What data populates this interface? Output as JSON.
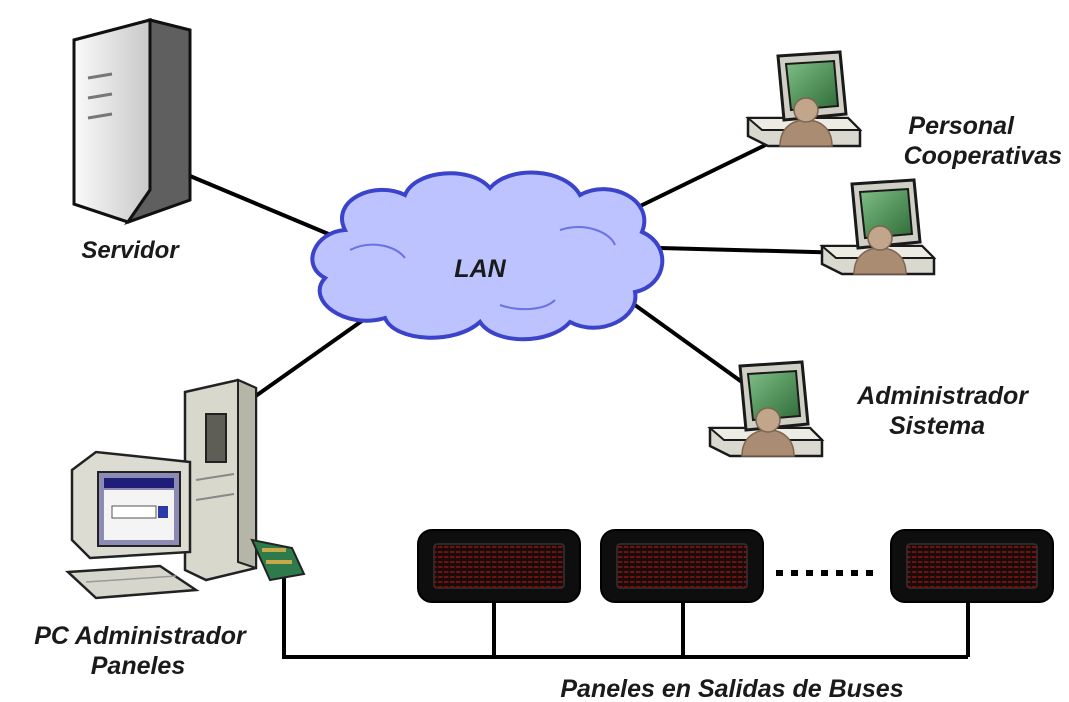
{
  "diagram": {
    "cloud_label": "LAN",
    "labels": {
      "servidor": "Servidor",
      "personal_line1": "Personal",
      "personal_line2": "Cooperativas",
      "admin_sistema_line1": "Administrador",
      "admin_sistema_line2": "Sistema",
      "pc_admin_line1": "PC Administrador",
      "pc_admin_line2": "Paneles",
      "paneles_bus": "Paneles en Salidas de Buses"
    },
    "colors": {
      "cloud_fill": "#bcc3ff",
      "cloud_stroke": "#3a43c9",
      "line": "#000000",
      "led_panel": "#0e0e0e",
      "led_dots": "#6a1414",
      "screen": "#4f8f55",
      "monitor_body": "#dcdcd3",
      "person": "#b59a80"
    },
    "icons": {
      "server": "server-tower-icon",
      "workstation": "user-workstation-icon",
      "pc_admin": "desktop-pc-icon",
      "led_panel": "led-display-panel-icon"
    }
  }
}
